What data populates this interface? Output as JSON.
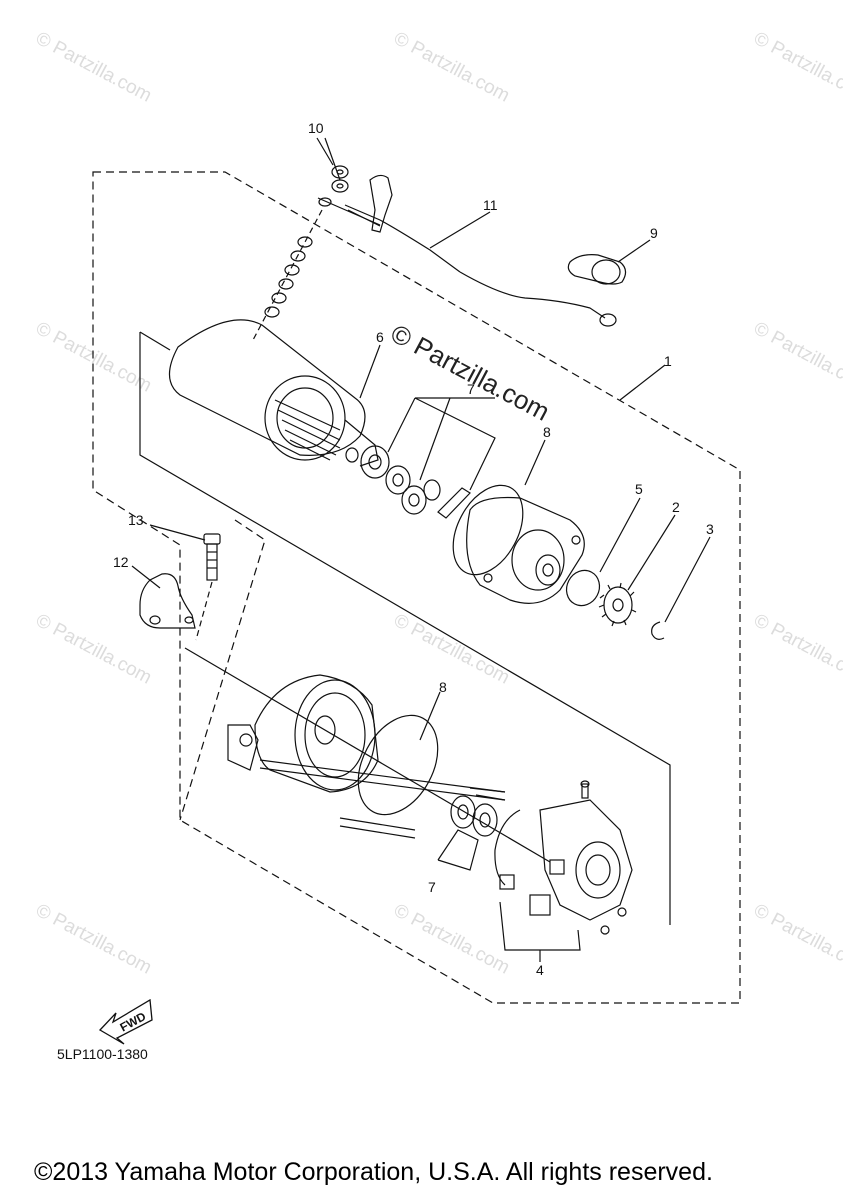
{
  "watermark": {
    "text": "© Partzilla.com",
    "center_text": "© Partzilla.com"
  },
  "callouts": {
    "c1": "1",
    "c2": "2",
    "c3": "3",
    "c4": "4",
    "c5": "5",
    "c6": "6",
    "c7a": "7",
    "c7b": "7",
    "c8a": "8",
    "c8b": "8",
    "c9": "9",
    "c10": "10",
    "c11": "11",
    "c12": "12",
    "c13": "13"
  },
  "fwd_label": "FWD",
  "diagram_code": "5LP1100-1380",
  "copyright": "©2013 Yamaha Motor Corporation, U.S.A. All rights reserved."
}
